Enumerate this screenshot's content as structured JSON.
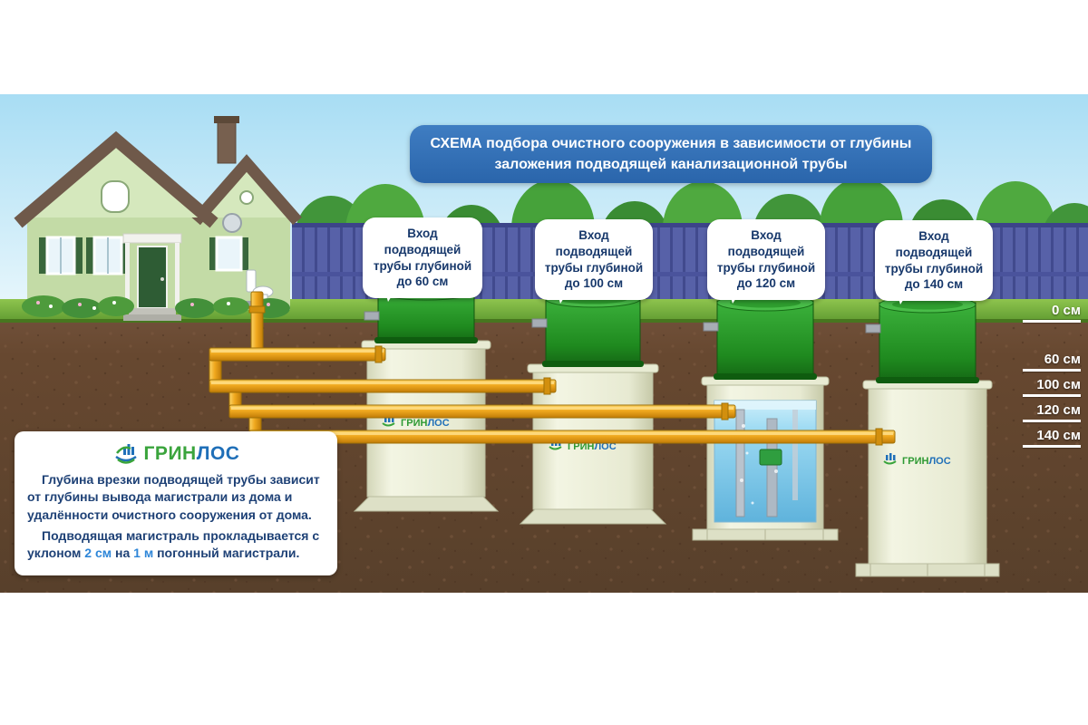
{
  "title": "СХЕМА подбора очистного сооружения в зависимости от глубины заложения подводящей канализационной трубы",
  "callouts": [
    {
      "text": "Вход подводящей трубы глубиной до 60 см"
    },
    {
      "text": "Вход подводящей трубы глубиной до 100 см"
    },
    {
      "text": "Вход подводящей трубы глубиной до 120 см"
    },
    {
      "text": "Вход подводящей трубы глубиной до 140 см"
    }
  ],
  "depth_ticks": [
    {
      "label": "0 см"
    },
    {
      "label": "60 см"
    },
    {
      "label": "100 см"
    },
    {
      "label": "120 см"
    },
    {
      "label": "140 см"
    }
  ],
  "brand": {
    "green": "ГРИН",
    "blue": "ЛОС"
  },
  "info": {
    "p1": "Глубина врезки подводящей трубы зависит от глубины вывода магистрали из дома и удалённости очистного сооружения от дома.",
    "p2_prefix": "Подводящая магистраль прокладывается с уклоном ",
    "p2_hl1": "2 см",
    "p2_mid": " на ",
    "p2_hl2": "1 м",
    "p2_suffix": " погонный магистрали."
  },
  "colors": {
    "title_bg": "#2f6fb6",
    "callout_text": "#17386b",
    "accent_blue": "#2e86d8",
    "brand_green": "#3aa43c",
    "brand_blue": "#1f6fb8",
    "sky": "#a8ddf4",
    "grass": "#76b13e",
    "soil": "#66492f",
    "fence": "#5761a8",
    "pipe": "#f0a81e",
    "tank_lid": "#2f9e2f",
    "tank_body": "#eef0dc",
    "water": "#9bd9f2"
  }
}
